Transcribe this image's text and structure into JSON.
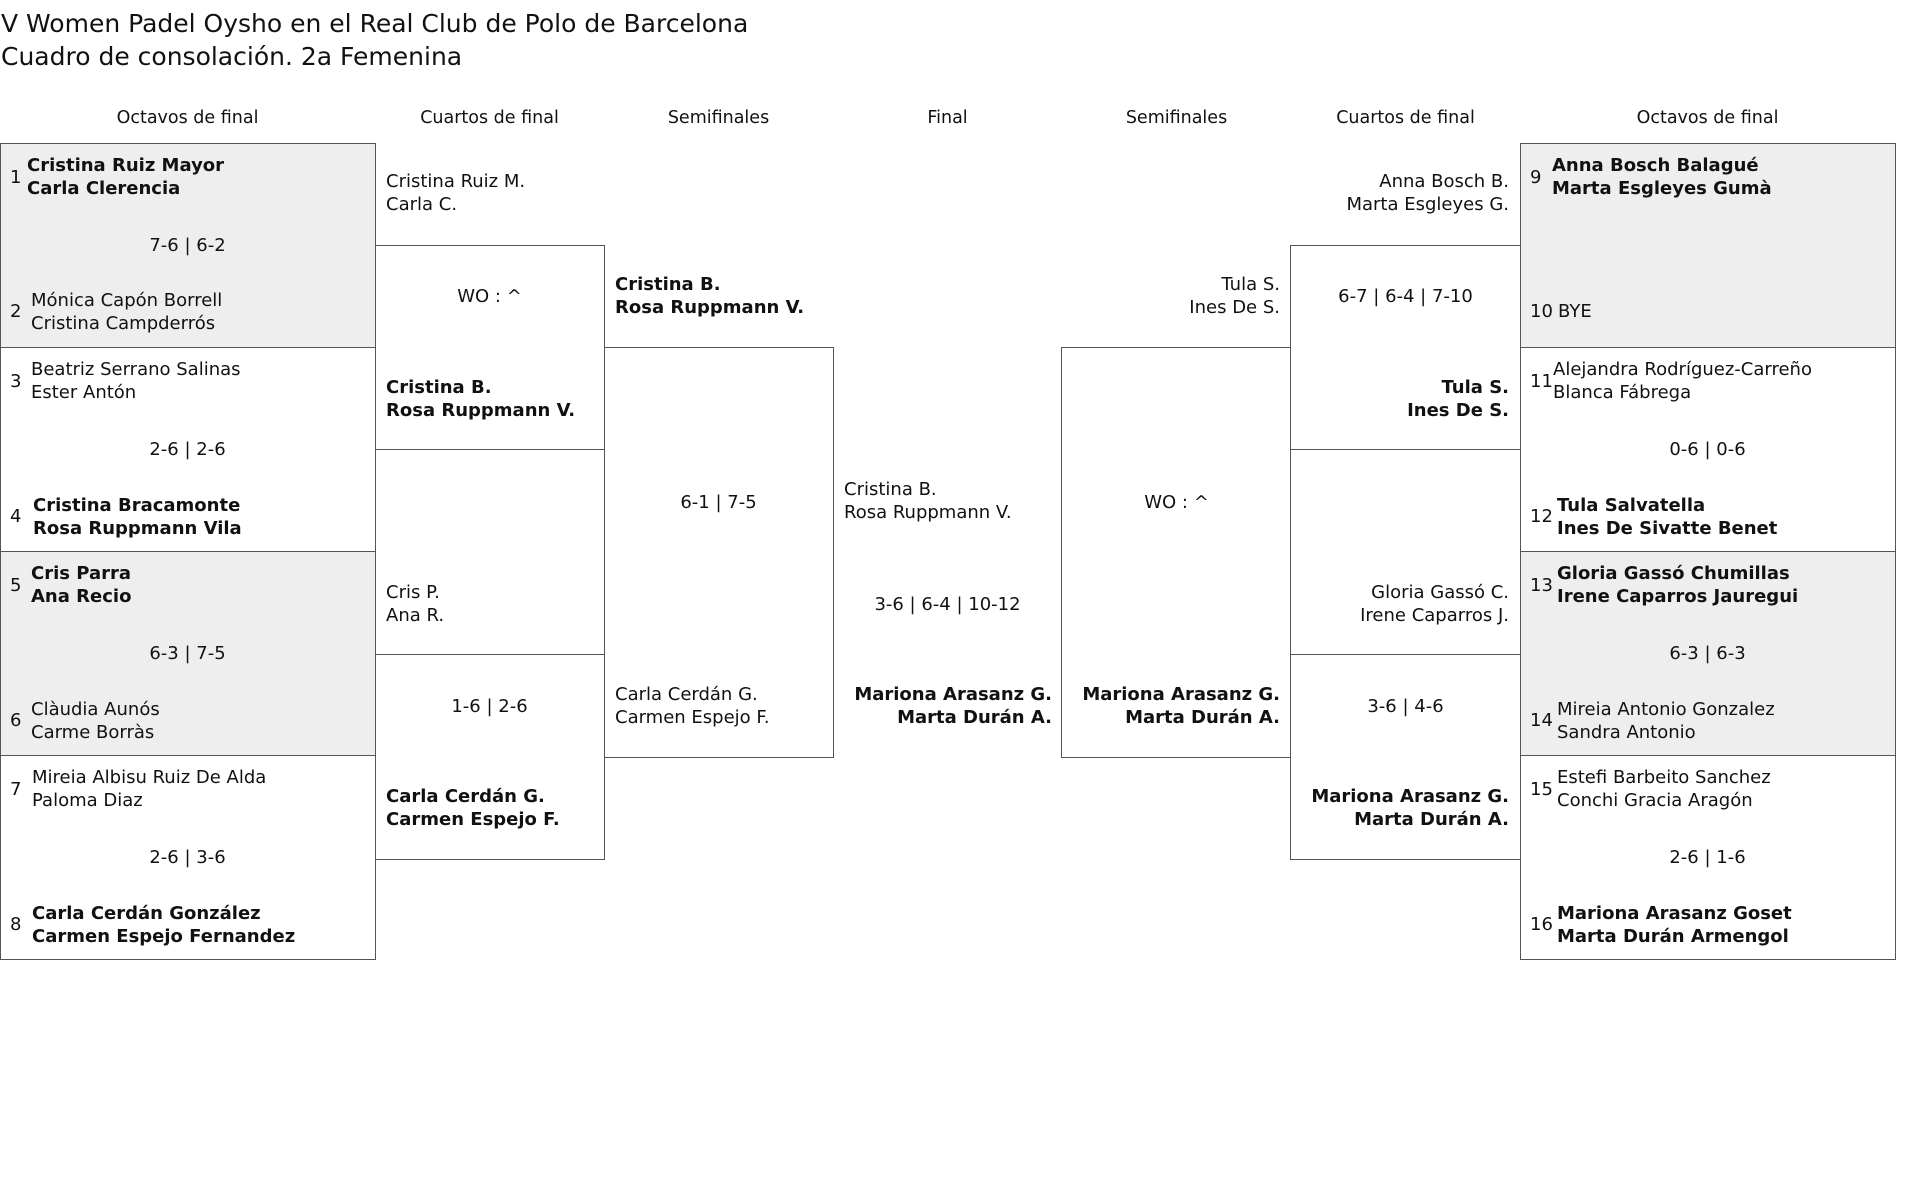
{
  "title": "V Women Padel Oysho en el Real Club de Polo de Barcelona",
  "subtitle": "Cuadro de consolación. 2a Femenina",
  "rounds": {
    "left_r16": "Octavos de final",
    "left_qf": "Cuartos de final",
    "left_sf": "Semifinales",
    "final": "Final",
    "right_sf": "Semifinales",
    "right_qf": "Cuartos de final",
    "right_r16": "Octavos de final"
  },
  "left_r16": [
    {
      "top_seed": "1",
      "top": [
        "Cristina Ruiz Mayor",
        "Carla Clerencia"
      ],
      "score": "7-6 | 6-2",
      "bottom_seed": "2",
      "bottom": [
        "Mónica Capón Borrell",
        "Cristina Campderrós"
      ]
    },
    {
      "top_seed": "3",
      "top": [
        "Beatriz Serrano Salinas",
        "Ester Antón"
      ],
      "score": "2-6 | 2-6",
      "bottom_seed": "4",
      "bottom": [
        "Cristina Bracamonte",
        "Rosa Ruppmann Vila"
      ]
    },
    {
      "top_seed": "5",
      "top": [
        "Cris Parra",
        "Ana Recio"
      ],
      "score": "6-3 | 7-5",
      "bottom_seed": "6",
      "bottom": [
        "Clàudia Aunós",
        "Carme Borràs"
      ]
    },
    {
      "top_seed": "7",
      "top": [
        "Mireia Albisu Ruiz De Alda",
        "Paloma Diaz"
      ],
      "score": "2-6 | 3-6",
      "bottom_seed": "8",
      "bottom": [
        "Carla Cerdán González",
        "Carmen Espejo Fernandez"
      ]
    }
  ],
  "left_qf": [
    {
      "top": [
        "Cristina Ruiz M.",
        "Carla C."
      ],
      "score": "WO : ^",
      "bottom": [
        "Cristina B.",
        "Rosa Ruppmann V."
      ]
    },
    {
      "top": [
        "Cris P.",
        "Ana R."
      ],
      "score": "1-6 | 2-6",
      "bottom": [
        "Carla Cerdán G.",
        "Carmen Espejo F."
      ]
    }
  ],
  "left_sf": {
    "top": [
      "Cristina B.",
      "Rosa Ruppmann V."
    ],
    "score": "6-1 | 7-5",
    "bottom": [
      "Carla Cerdán G.",
      "Carmen Espejo F."
    ]
  },
  "final": {
    "top": [
      "Cristina B.",
      "Rosa Ruppmann V."
    ],
    "score": "3-6 | 6-4 | 10-12",
    "bottom": [
      "Mariona Arasanz G.",
      "Marta Durán A."
    ]
  },
  "right_sf": {
    "score": "WO : ^",
    "bottom": [
      "Mariona Arasanz G.",
      "Marta Durán A."
    ]
  },
  "right_qf": [
    {
      "top": [
        "Anna Bosch B.",
        "Marta Esgleyes G."
      ],
      "mid": [
        "Tula S.",
        "Ines De S."
      ],
      "score": "6-7 | 6-4 | 7-10",
      "bottom": [
        "Tula S.",
        "Ines De S."
      ]
    },
    {
      "top": [
        "Gloria Gassó C.",
        "Irene Caparros J."
      ],
      "score": "3-6 | 4-6",
      "bottom": [
        "Mariona Arasanz G.",
        "Marta Durán A."
      ]
    }
  ],
  "right_r16": [
    {
      "top_seed": "9",
      "top": [
        "Anna Bosch Balagué",
        "Marta Esgleyes Gumà"
      ],
      "bottom_seed": "10",
      "bottom": [
        "BYE"
      ]
    },
    {
      "top_seed": "11",
      "top": [
        "Alejandra Rodríguez-Carreño",
        "Blanca Fábrega"
      ],
      "score": "0-6 | 0-6",
      "bottom_seed": "12",
      "bottom": [
        "Tula Salvatella",
        "Ines De Sivatte Benet"
      ]
    },
    {
      "top_seed": "13",
      "top": [
        "Gloria Gassó Chumillas",
        "Irene Caparros Jauregui"
      ],
      "score": "6-3 | 6-3",
      "bottom_seed": "14",
      "bottom": [
        "Mireia Antonio Gonzalez",
        "Sandra Antonio"
      ]
    },
    {
      "top_seed": "15",
      "top": [
        "Estefi Barbeito Sanchez",
        "Conchi Gracia Aragón"
      ],
      "score": "2-6 | 1-6",
      "bottom_seed": "16",
      "bottom": [
        "Mariona Arasanz Goset",
        "Marta Durán Armengol"
      ]
    }
  ],
  "colors": {
    "shade": "#eeeeee",
    "border": "#555555",
    "text": "#111111"
  }
}
